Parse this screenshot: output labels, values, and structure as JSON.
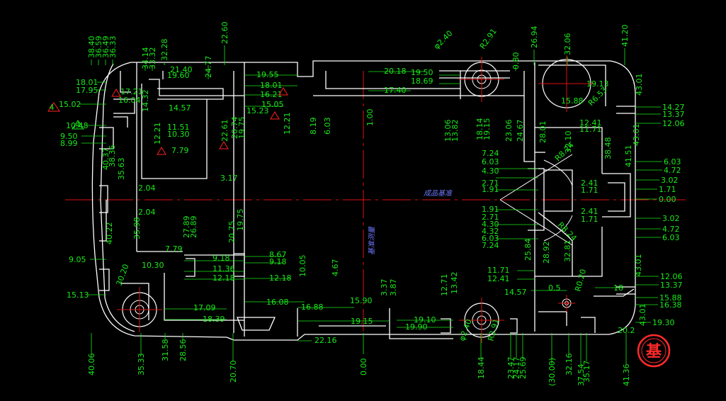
{
  "colors": {
    "background": "#000000",
    "outline": "#ffffff",
    "dimension": "#19e819",
    "center_line": "#e01010",
    "datum_marker": "#ff2020",
    "annotation": "#6e78ff",
    "stamp": "#ff2a2a"
  },
  "center_annotations": {
    "horizontal": "成品基准",
    "vertical": "基准测量"
  },
  "stamp_text": "基",
  "datum_markers": [
    "4",
    "4"
  ],
  "dims_top": [
    "38.40",
    "36.59",
    "36.49",
    "36.33",
    "34.14",
    "33.32",
    "32.28",
    "24.77",
    "22.60",
    "0.80",
    "26.94",
    "32.06",
    "41.20"
  ],
  "dims_left": [
    "18.01",
    "17.95",
    "15.02",
    "10.48",
    "9.50",
    "8.99",
    "9.05",
    "15.13"
  ],
  "dims_bottom": [
    "40.06",
    "35.33",
    "31.58",
    "28.56",
    "20.70",
    "0.00",
    "18.44",
    "23.47",
    "24.17",
    "25.69",
    "(30.00)",
    "32.16",
    "35.17",
    "37.54",
    "41.36"
  ],
  "dims_right": [
    "14.27",
    "13.37",
    "12.06",
    "6.03",
    "4.72",
    "3.02",
    "1.71",
    "0.00",
    "3.02",
    "4.72",
    "6.03",
    "12.06",
    "13.37",
    "15.88",
    "16.38",
    "19.30"
  ],
  "dims_inner": [
    "21.40",
    "19.60",
    "17.21",
    "16.04",
    "14.57",
    "14.32",
    "12.21",
    "11.51",
    "10.30",
    "7.79",
    "3.17",
    "19.55",
    "18.01",
    "16.21",
    "15.23",
    "15.05",
    "22.61",
    "20.74",
    "19.75",
    "12.21",
    "8.19",
    "6.03",
    "1.00",
    "20.18",
    "17.40",
    "19.50",
    "18.69",
    "φ2.40",
    "R2.91",
    "13.06",
    "13.82",
    "18.14",
    "19.15",
    "23.06",
    "24.67",
    "19.13",
    "15.88",
    "R6.53",
    "43.01",
    "12.41",
    "11.71",
    "28.01",
    "32.10",
    "38.48",
    "43.01",
    "41.51",
    "R8.24",
    "7.24",
    "6.03",
    "4.30",
    "2.71",
    "1.91",
    "2.41",
    "1.71",
    "1.91",
    "2.71",
    "4.30",
    "4.32",
    "6.03",
    "7.24",
    "R8.24",
    "2.41",
    "1.71",
    "40.37",
    "38.36",
    "35.63",
    "2.04",
    "2.04",
    "35.98",
    "40.22",
    "7.79",
    "10.30",
    "30.20",
    "27.89",
    "26.89",
    "20.75",
    "19.75",
    "9.18",
    "11.36",
    "12.18",
    "8.67",
    "9.18",
    "12.18",
    "10.05",
    "4.67",
    "17.09",
    "18.39",
    "16.08",
    "16.88",
    "15.90",
    "19.15",
    "22.16",
    "3.37",
    "3.87",
    "12.71",
    "13.42",
    "19.10",
    "19.90",
    "φ2.40",
    "R2.91",
    "11.71",
    "12.41",
    "25.84",
    "28.92",
    "32.81",
    "R0.20",
    "14.57",
    "0.5",
    "18",
    "43.01",
    "20.2",
    "43.01"
  ]
}
